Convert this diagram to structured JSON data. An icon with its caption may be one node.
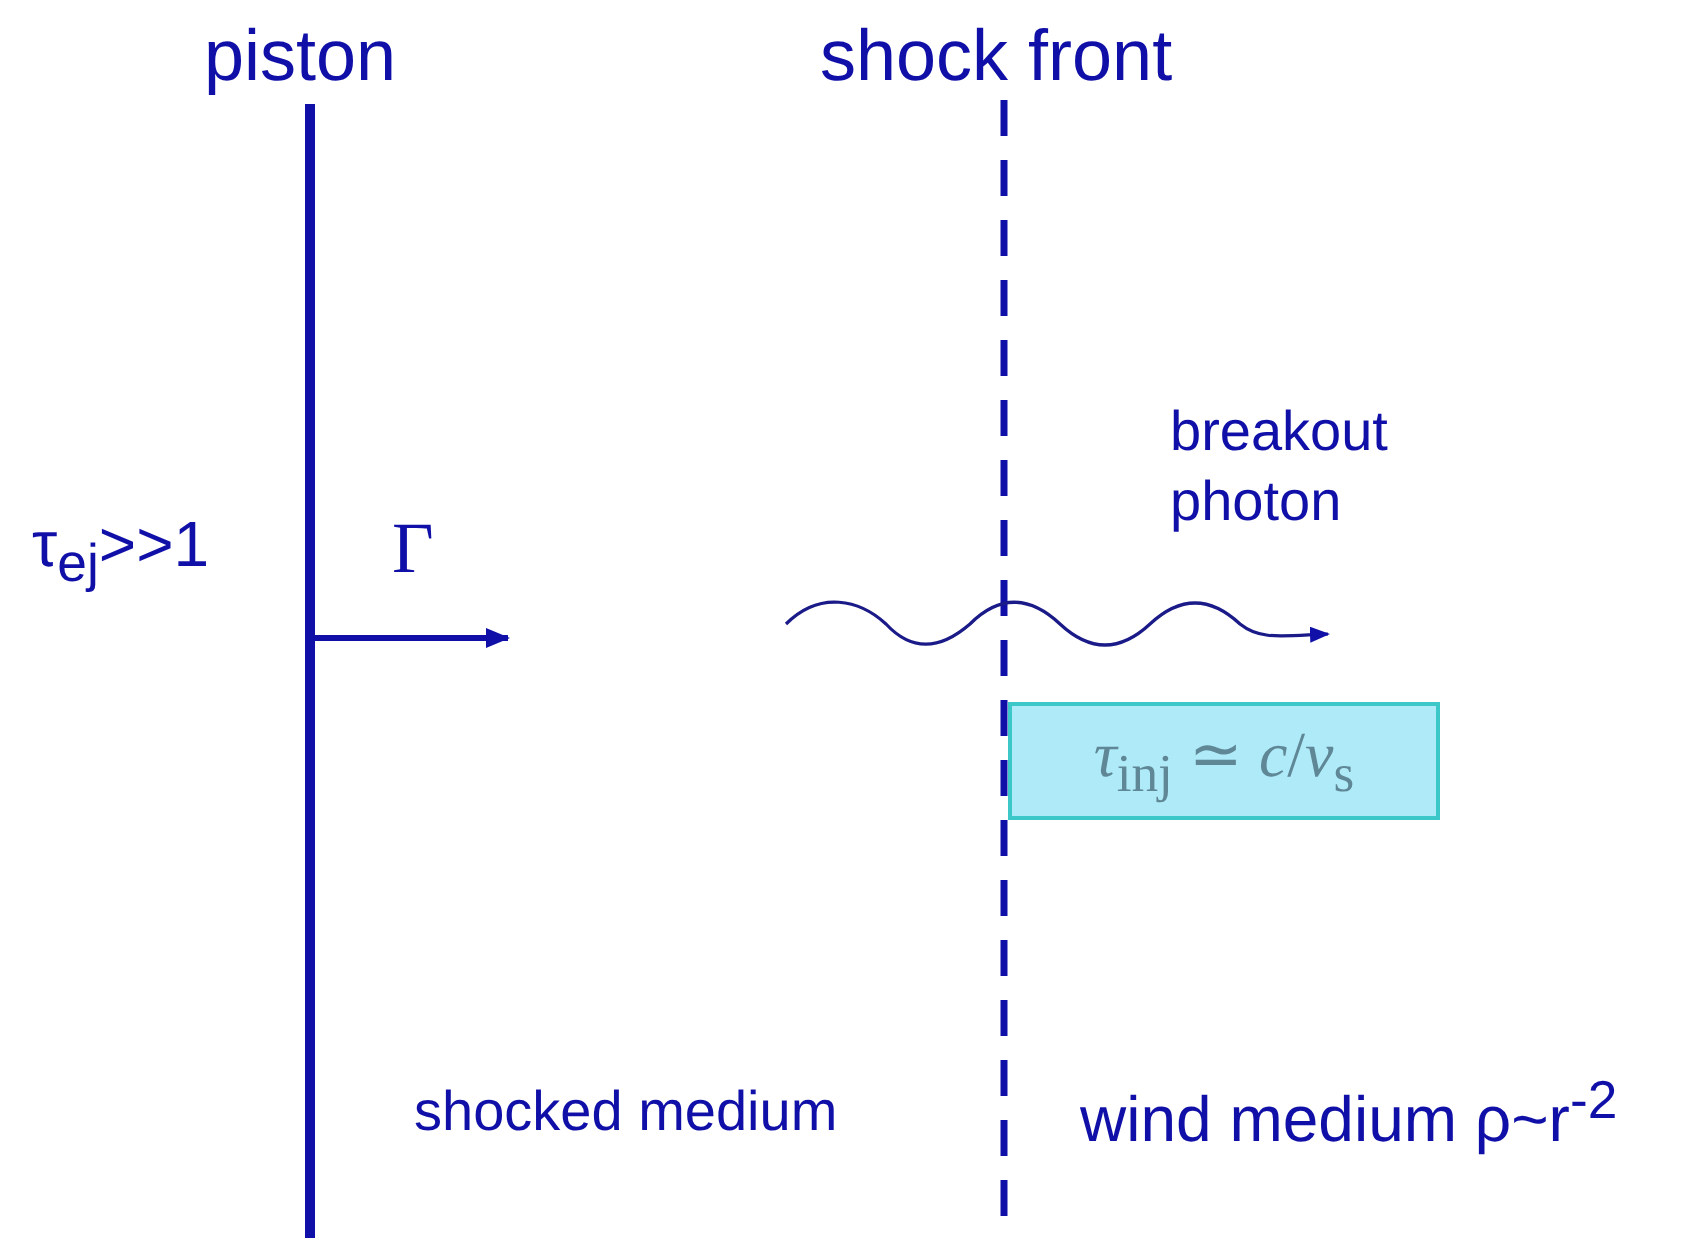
{
  "diagram": {
    "nodes": [
      {
        "text": [
          "*τ*$_{inj}$ ≃ *c*/*v*$_{s}$"
        ]
      }
    ],
    "labels": [
      "piston",
      "shock front",
      "τ$_{ej}$>>1",
      "Γ",
      "breakout photon",
      "shocked medium",
      "wind medium ρ~r$^{-2}$"
    ]
  }
}
